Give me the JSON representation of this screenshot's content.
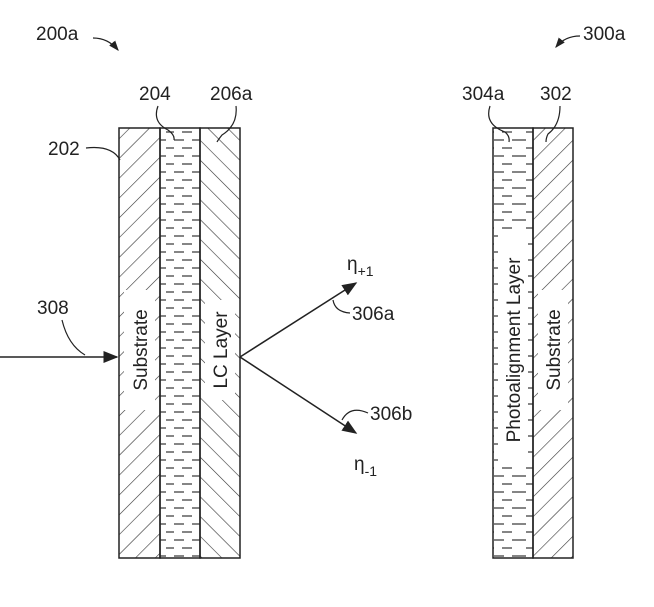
{
  "figure_refs": {
    "left_assembly": "200a",
    "right_assembly": "300a",
    "substrate_left": "202",
    "middle_layer_left": "204",
    "lc_layer": "206a",
    "photoalignment_layer": "304a",
    "substrate_right": "302",
    "input_beam": "308",
    "diffracted_plus": "306a",
    "diffracted_minus": "306b"
  },
  "layer_labels": {
    "substrate": "Substrate",
    "lc_layer": "LC Layer",
    "photoalignment": "Photoalignment Layer"
  },
  "orders": {
    "plus_base": "η",
    "plus_sub": "+1",
    "minus_base": "η",
    "minus_sub": "-1"
  }
}
